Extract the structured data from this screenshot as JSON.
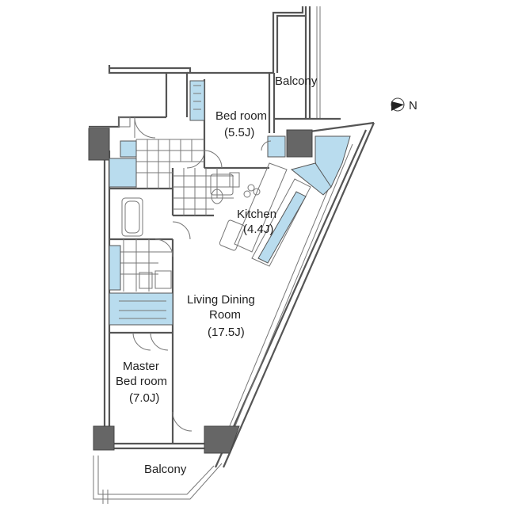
{
  "rooms": {
    "balcony_top": "Balcony",
    "bedroom_name": "Bed room",
    "bedroom_size": "(5.5J)",
    "kitchen_name": "Kitchen",
    "kitchen_size": "(4.4J)",
    "living_line1": "Living Dining",
    "living_line2": "Room",
    "living_size": "(17.5J)",
    "master_line1": "Master",
    "master_line2": "Bed room",
    "master_size": "(7.0J)",
    "balcony_bottom": "Balcony"
  },
  "compass": {
    "label": "N",
    "icon": "north-arrow-icon"
  },
  "colors": {
    "storage": "#b9dcee",
    "wall": "#555555",
    "column": "#666666"
  }
}
